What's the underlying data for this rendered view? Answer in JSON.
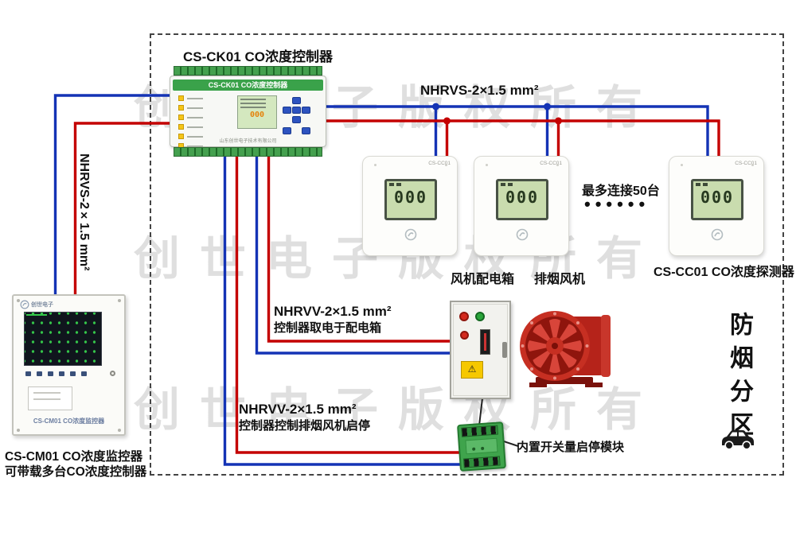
{
  "watermark": "创世电子版权所有",
  "captions": {
    "controller": "CS-CK01 CO浓度控制器",
    "detector": "CS-CC01 CO浓度探测器",
    "fan_box": "风机配电箱",
    "exhaust_fan": "排烟风机",
    "module": "内置开关量启停模块",
    "max_connect": "最多连接50台",
    "ellipsis": "••••••",
    "zone": "防烟分区",
    "monitor_line1": "CS-CM01 CO浓度监控器",
    "monitor_line2": "可带载多台CO浓度控制器"
  },
  "cables": {
    "top": "NHRVS-2×1.5 mm²",
    "left": "NHRVS-2×1.5 mm²",
    "power_name": "NHRVV-2×1.5 mm²",
    "power_desc": "控制器取电于配电箱",
    "control_name": "NHRVV-2×1.5 mm²",
    "control_desc": "控制器控制排烟风机启停"
  },
  "controller": {
    "header": "CS-CK01 CO浓度控制器",
    "lcd_value": "000",
    "company": "山东创世电子技术有限公司"
  },
  "monitor": {
    "brand": "创世电子",
    "device_label": "CS-CM01 CO浓度监控器"
  },
  "detectors": [
    {
      "model": "CS-CC01",
      "reading": "000"
    },
    {
      "model": "CS-CC01",
      "reading": "000"
    },
    {
      "model": "CS-CC01",
      "reading": "000"
    }
  ],
  "icons": {
    "warning": "⚠"
  },
  "colors": {
    "wire_red": "#c40000",
    "wire_blue": "#1433b5",
    "accent_green": "#3aa24a"
  }
}
